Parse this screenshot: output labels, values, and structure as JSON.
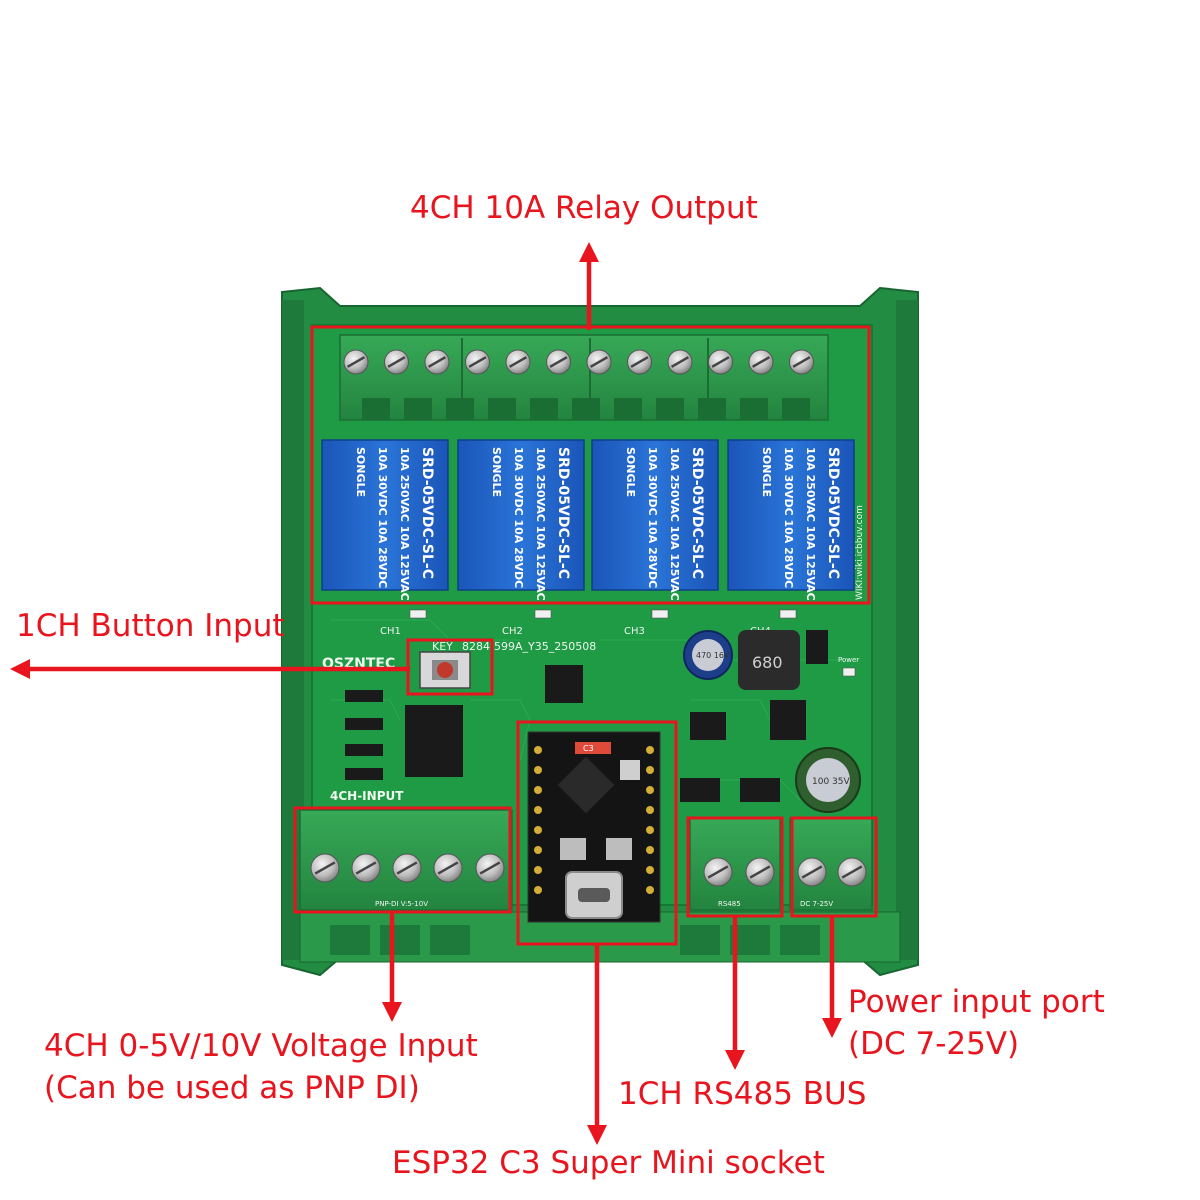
{
  "callouts": {
    "relay_output": "4CH 10A Relay Output",
    "button_input": "1CH Button Input",
    "voltage_input_line1": "4CH 0-5V/10V Voltage Input",
    "voltage_input_line2": "(Can be used as PNP DI)",
    "esp32_socket": "ESP32 C3 Super Mini socket",
    "rs485_bus": "1CH RS485 BUS",
    "power_input_line1": "Power input port",
    "power_input_line2": "(DC 7-25V)"
  },
  "board_markings": {
    "channel_labels": [
      "CH1",
      "CH2",
      "CH3",
      "CH4"
    ],
    "relay_model": "SRD-05VDC-SL-C",
    "relay_rating_1": "10A 250VAC 10A 125VAC",
    "relay_rating_2": "10A 30VDC 10A 28VDC",
    "relay_brand": "SONGLE",
    "key_label": "KEY",
    "model_code": "8284-599A_Y35_250508",
    "brand_mark": "OSZNTEC",
    "input_block": "4CH-INPUT",
    "pnp_di_label": "PNP-DI V:5-10V",
    "rs485_label": "RS485",
    "dc_label": "DC 7-25V",
    "wiki": "WIKI:wiki.icbbuv.com",
    "inductor": "680",
    "cap_small": "470 16V",
    "cap_large": "100 35V",
    "power_led": "Power",
    "module_label": "C3"
  },
  "colors": {
    "accent_red": "#e8141e",
    "pcb_green": "#1f9a45",
    "terminal_green": "#2e9f4e",
    "relay_blue": "#1a62c8"
  }
}
